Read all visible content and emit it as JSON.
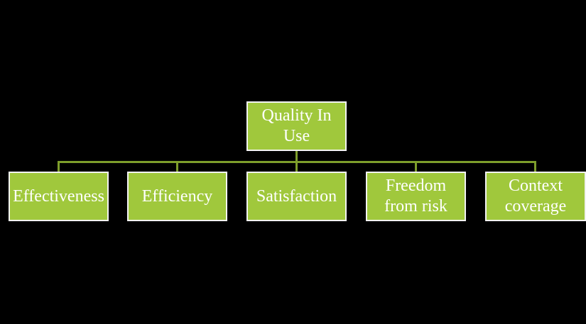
{
  "colors": {
    "background": "#000000",
    "box_fill": "#A0C83C",
    "box_border": "#F2F2F2",
    "connector_line": "#7E9E2B",
    "text": "#FFFFFF"
  },
  "diagram": {
    "type": "hierarchy-org-chart",
    "root": {
      "label": "Quality In Use",
      "lines": [
        "Quality In",
        "Use"
      ]
    },
    "children": [
      {
        "label": "Effectiveness",
        "lines": [
          "Effectiveness"
        ]
      },
      {
        "label": "Efficiency",
        "lines": [
          "Efficiency"
        ]
      },
      {
        "label": "Satisfaction",
        "lines": [
          "Satisfaction"
        ]
      },
      {
        "label": "Freedom from risk",
        "lines": [
          "Freedom",
          "from risk"
        ]
      },
      {
        "label": "Context coverage",
        "lines": [
          "Context",
          "coverage"
        ]
      }
    ]
  }
}
